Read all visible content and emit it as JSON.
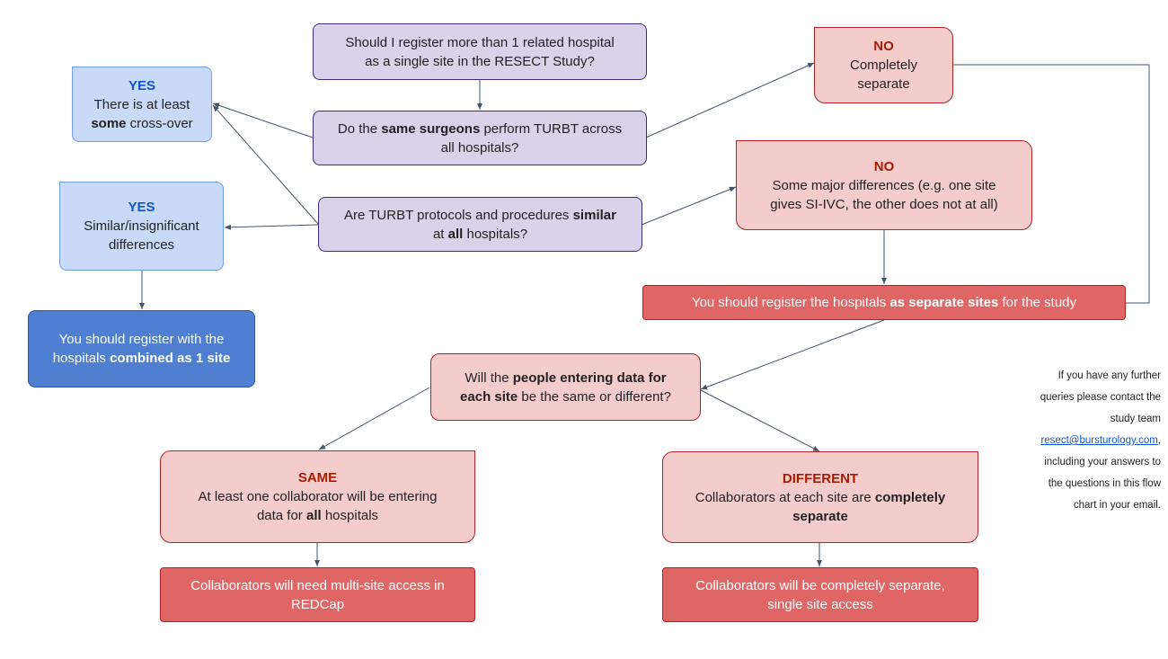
{
  "q1": {
    "line1": "Should I register more than 1 related hospital",
    "line2": "as a single site in the RESECT Study?"
  },
  "q2": {
    "pre": "Do the ",
    "bold": "same surgeons",
    "post": " perform TURBT across",
    "line2": "all hospitals?"
  },
  "q3": {
    "pre": "Are TURBT protocols and procedures ",
    "bold": "similar",
    "line2_pre": "at ",
    "line2_bold": "all",
    "line2_post": " hospitals?"
  },
  "no1": {
    "header": "NO",
    "line1": "Completely",
    "line2": "separate"
  },
  "yes1": {
    "header": "YES",
    "line1": "There is at least",
    "bold": "some",
    "post": " cross-over"
  },
  "yes2": {
    "header": "YES",
    "line1": "Similar/insignificant",
    "line2": "differences"
  },
  "no2": {
    "header": "NO",
    "line1": "Some major differences (e.g. one site",
    "line2": "gives SI-IVC, the other does not at all)"
  },
  "combined": {
    "line1": "You should register with the",
    "pre": "hospitals ",
    "bold": "combined as 1 site"
  },
  "separate": {
    "pre": "You should register the hospitals ",
    "bold": "as separate sites",
    "post": " for the study"
  },
  "q4": {
    "pre": "Will the ",
    "bold1": "people entering data for",
    "bold2": "each site",
    "post": " be the same or different?"
  },
  "same": {
    "header": "SAME",
    "line1": "At least one collaborator will be entering",
    "pre": "data for ",
    "bold": "all",
    "post": " hospitals"
  },
  "different": {
    "header": "DIFFERENT",
    "pre": "Collaborators at each site are ",
    "bold1": "completely",
    "bold2": "separate"
  },
  "multi": {
    "line1": "Collaborators will need multi-site access in",
    "line2": "REDCap"
  },
  "single": {
    "line1": "Collaborators will be completely separate,",
    "line2": "single site access"
  },
  "note": {
    "line1": "If you have any further",
    "line2": "queries please contact the",
    "line3": "study team",
    "email": "resect@bursturology.com",
    "email_suffix": ",",
    "line5": "including your answers to",
    "line6": "the questions in this flow",
    "line7": "chart in your email."
  },
  "colors": {
    "connector": "#44546a",
    "purple_fill": "#d9d2e9",
    "blue_fill": "#c9daf8",
    "dark_blue_fill": "#4f7fd0",
    "red_fill": "#f4cccc",
    "dark_red_fill": "#e06666"
  }
}
